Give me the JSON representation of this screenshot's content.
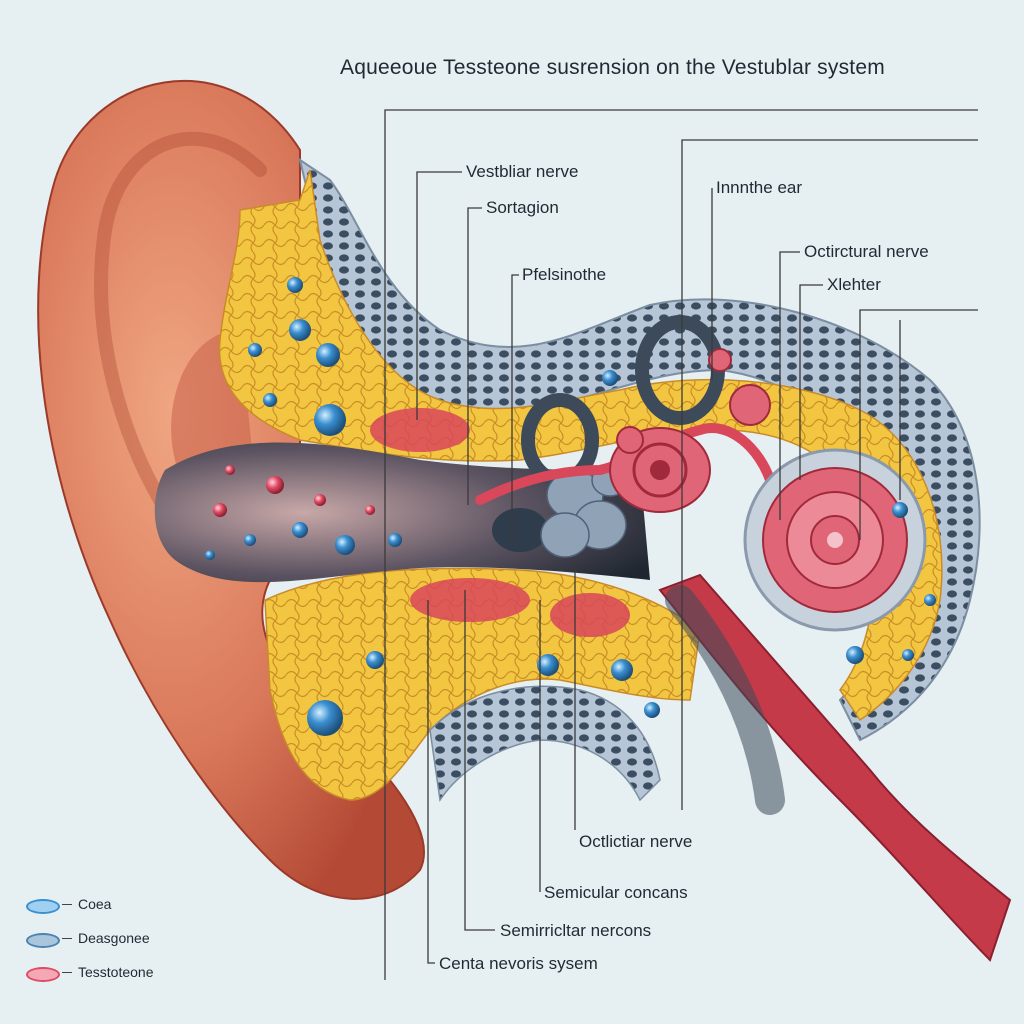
{
  "title": "Aqueeoue Tessteone  susrension on the Vestublar system",
  "labels": {
    "vestibular_nerve": "Vestbliar nerve",
    "sortagion": "Sortagion",
    "pfelsinothe": "Pfelsinothe",
    "innthe_ear": "Innnthe ear",
    "octircular_nerve": "Octirctural nerve",
    "xlehter": "Xlehter",
    "octlictiar_nerve": "Octlictiar nerve",
    "semicular_concans": "Semicular concans",
    "semirichtar_nercons": "Semirricltar nercons",
    "centa_nevoris_sysem": "Centa nevoris sysem"
  },
  "legend": [
    {
      "label": "Coea",
      "color": "#3a8fd0"
    },
    {
      "label": "Deasgonee",
      "color": "#4a84b0"
    },
    {
      "label": "Tesstoteone",
      "color": "#e04a62"
    }
  ],
  "colors": {
    "skin": "#d9785a",
    "skin_dark": "#b44a35",
    "bone_yellow": "#f2c640",
    "mesh_blue": "#8aa3bc",
    "nerve_red": "#d9475a",
    "sphere_blue": "#3a8fd0",
    "sphere_pink": "#e04a62",
    "canal_dark": "#3c4a5a"
  }
}
